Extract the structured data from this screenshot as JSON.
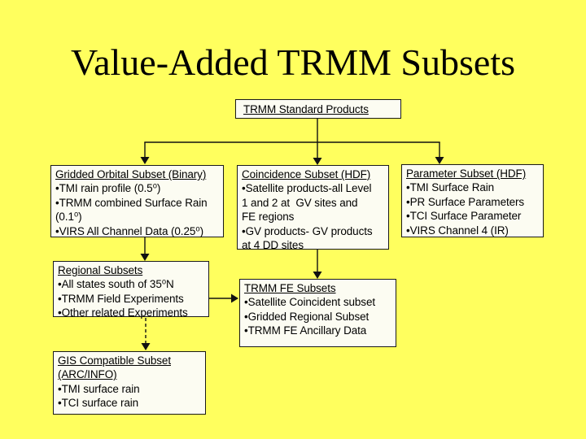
{
  "slide": {
    "title": "Value-Added TRMM Subsets",
    "colors": {
      "background": "#FFFF5E",
      "box_fill": "#FCFCF2",
      "box_border": "#1A1A1A",
      "text": "#000000"
    }
  },
  "boxes": {
    "standard": {
      "title": "TRMM Standard Products"
    },
    "gridded": {
      "title": "Gridded Orbital Subset (Binary)",
      "bullets": [
        "•TMI rain profile (0.5⁰)",
        "•TRMM combined Surface Rain\n(0.1⁰)",
        "•VIRS All Channel Data (0.25⁰)"
      ]
    },
    "coincidence": {
      "title": "Coincidence Subset (HDF)",
      "bullets": [
        "•Satellite products-all Level\n1 and 2 at  GV sites and\nFE regions",
        "•GV products- GV products\nat 4 DD sites"
      ]
    },
    "parameter": {
      "title": "Parameter Subset (HDF)",
      "bullets": [
        "•TMI Surface Rain",
        "•PR Surface Parameters",
        "•TCI Surface Parameter",
        "•VIRS Channel 4 (IR)"
      ]
    },
    "regional": {
      "title": "Regional Subsets",
      "bullets": [
        "•All states south of 35⁰N",
        "•TRMM Field Experiments",
        "•Other related Experiments"
      ]
    },
    "fe": {
      "title": "TRMM FE Subsets",
      "bullets": [
        "•Satellite Coincident subset",
        "•Gridded Regional Subset",
        "•TRMM FE Ancillary Data"
      ]
    },
    "gis": {
      "title": "GIS Compatible Subset\n(ARC/INFO)",
      "bullets": [
        "•TMI surface rain",
        "•TCI surface rain"
      ]
    }
  }
}
